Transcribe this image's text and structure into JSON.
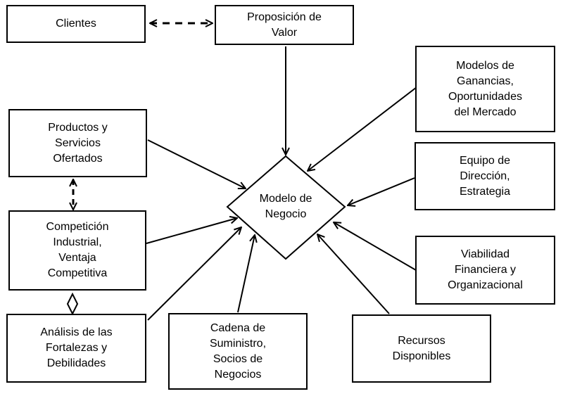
{
  "diagram": {
    "center": {
      "label": "Modelo de\nNegocio"
    },
    "nodes": {
      "clientes": "Clientes",
      "propuesta": "Proposición de\nValor",
      "productos": "Productos y\nServicios\nOfertados",
      "competicion": "Competición\nIndustrial,\nVentaja\nCompetitiva",
      "analisis": "Análisis de las\nFortalezas y\nDebilidades",
      "cadena": "Cadena de\nSuministro,\nSocios de\nNegocios",
      "recursos": "Recursos\nDisponibles",
      "viabilidad": "Viabilidad\nFinanciera y\nOrganizacional",
      "equipo": "Equipo de\nDirección,\nEstrategia",
      "modelos": "Modelos de\nGanancias,\nOportunidades\ndel Mercado"
    }
  }
}
